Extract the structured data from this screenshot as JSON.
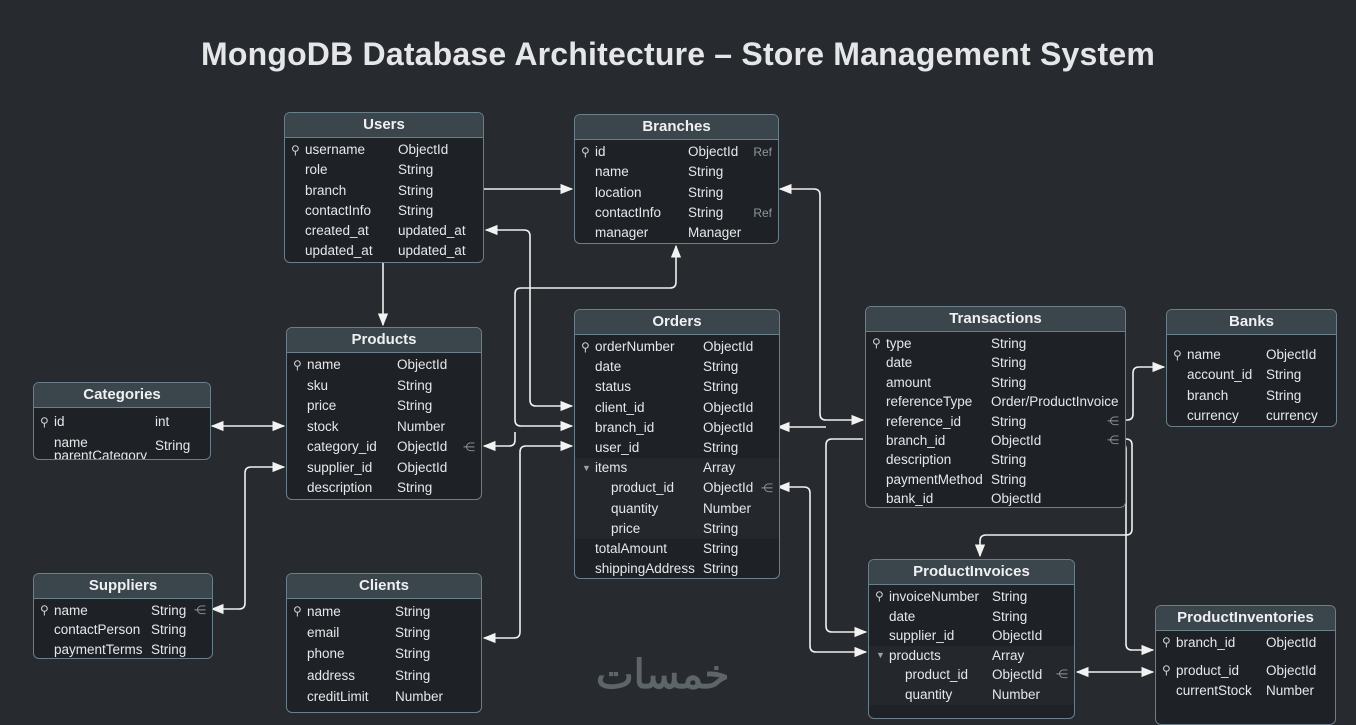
{
  "title": "MongoDB Database Architecture – Store Management System",
  "watermark": "خمسات",
  "colors": {
    "background": "#272a2e",
    "header": "#3b454c",
    "border": "#6a7f8a",
    "text": "#e6e8ea"
  },
  "tables": [
    {
      "id": "users",
      "name": "Users",
      "rows": [
        {
          "field": "username",
          "type": "ObjectId",
          "key": true
        },
        {
          "field": "role",
          "type": "String"
        },
        {
          "field": "branch",
          "type": "String"
        },
        {
          "field": "contactInfo",
          "type": "String"
        },
        {
          "field": "created_at",
          "type": "updated_at"
        },
        {
          "field": "updated_at",
          "type": "updated_at"
        }
      ]
    },
    {
      "id": "branches",
      "name": "Branches",
      "rows": [
        {
          "field": "id",
          "type": "ObjectId",
          "key": true,
          "ref": "Ref"
        },
        {
          "field": "name",
          "type": "String"
        },
        {
          "field": "location",
          "type": "String"
        },
        {
          "field": "contactInfo",
          "type": "String",
          "ref": "Ref"
        },
        {
          "field": "manager",
          "type": "Manager"
        }
      ]
    },
    {
      "id": "products",
      "name": "Products",
      "rows": [
        {
          "field": "name",
          "type": "ObjectId",
          "key": true
        },
        {
          "field": "sku",
          "type": "String"
        },
        {
          "field": "price",
          "type": "String"
        },
        {
          "field": "stock",
          "type": "Number"
        },
        {
          "field": "category_id",
          "type": "ObjectId",
          "ref": "⋲"
        },
        {
          "field": "supplier_id",
          "type": "ObjectId"
        },
        {
          "field": "description",
          "type": "String"
        }
      ]
    },
    {
      "id": "categories",
      "name": "Categories",
      "rows": [
        {
          "field": "id",
          "type": "int",
          "key": true
        },
        {
          "field": "name\nparentCategory",
          "type": "String"
        }
      ]
    },
    {
      "id": "orders",
      "name": "Orders",
      "rows": [
        {
          "field": "orderNumber",
          "type": "ObjectId",
          "key": true
        },
        {
          "field": "date",
          "type": "String"
        },
        {
          "field": "status",
          "type": "String"
        },
        {
          "field": "client_id",
          "type": "ObjectId"
        },
        {
          "field": "branch_id",
          "type": "ObjectId"
        },
        {
          "field": "user_id",
          "type": "String"
        },
        {
          "field": "items",
          "type": "Array",
          "expand": true
        },
        {
          "field": "product_id",
          "type": "ObjectId",
          "indent": true,
          "ref": "⋲"
        },
        {
          "field": "quantity",
          "type": "Number",
          "indent": true
        },
        {
          "field": "price",
          "type": "String",
          "indent": true
        },
        {
          "field": "totalAmount",
          "type": "String"
        },
        {
          "field": "shippingAddress",
          "type": "String"
        }
      ]
    },
    {
      "id": "transactions",
      "name": "Transactions",
      "rows": [
        {
          "field": "type",
          "type": "String",
          "key": true
        },
        {
          "field": "date",
          "type": "String"
        },
        {
          "field": "amount",
          "type": "String"
        },
        {
          "field": "referenceType",
          "type": "Order/ProductInvoice"
        },
        {
          "field": "reference_id",
          "type": "String",
          "ref": "⋲"
        },
        {
          "field": "branch_id",
          "type": "ObjectId",
          "ref": "⋲"
        },
        {
          "field": "description",
          "type": "String"
        },
        {
          "field": "paymentMethod",
          "type": "String"
        },
        {
          "field": "bank_id",
          "type": "ObjectId"
        }
      ]
    },
    {
      "id": "banks",
      "name": "Banks",
      "rows": [
        {
          "field": "name",
          "type": "ObjectId",
          "key": true
        },
        {
          "field": "account_id",
          "type": "String"
        },
        {
          "field": "branch",
          "type": "String"
        },
        {
          "field": "currency",
          "type": "currency"
        }
      ]
    },
    {
      "id": "suppliers",
      "name": "Suppliers",
      "rows": [
        {
          "field": "name",
          "type": "String",
          "key": true,
          "ref": "⋲"
        },
        {
          "field": "contactPerson",
          "type": "String"
        },
        {
          "field": "paymentTerms",
          "type": "String"
        }
      ]
    },
    {
      "id": "clients",
      "name": "Clients",
      "rows": [
        {
          "field": "name",
          "type": "String",
          "key": true
        },
        {
          "field": "email",
          "type": "String"
        },
        {
          "field": "phone",
          "type": "String"
        },
        {
          "field": "address",
          "type": "String"
        },
        {
          "field": "creditLimit",
          "type": "Number"
        }
      ]
    },
    {
      "id": "productinvoices",
      "name": "ProductInvoices",
      "rows": [
        {
          "field": "invoiceNumber",
          "type": "String",
          "key": true
        },
        {
          "field": "date",
          "type": "String"
        },
        {
          "field": "supplier_id",
          "type": "ObjectId"
        },
        {
          "field": "products",
          "type": "Array",
          "expand": true
        },
        {
          "field": "product_id",
          "type": "ObjectId",
          "indent": true,
          "ref": "⋲"
        },
        {
          "field": "quantity",
          "type": "Number",
          "indent": true
        }
      ]
    },
    {
      "id": "productinventories",
      "name": "ProductInventories",
      "rows": [
        {
          "field": "branch_id",
          "type": "ObjectId",
          "key": true
        },
        {
          "field": "product_id",
          "type": "ObjectId",
          "key": true
        },
        {
          "field": "currentStock",
          "type": "Number"
        }
      ]
    }
  ]
}
